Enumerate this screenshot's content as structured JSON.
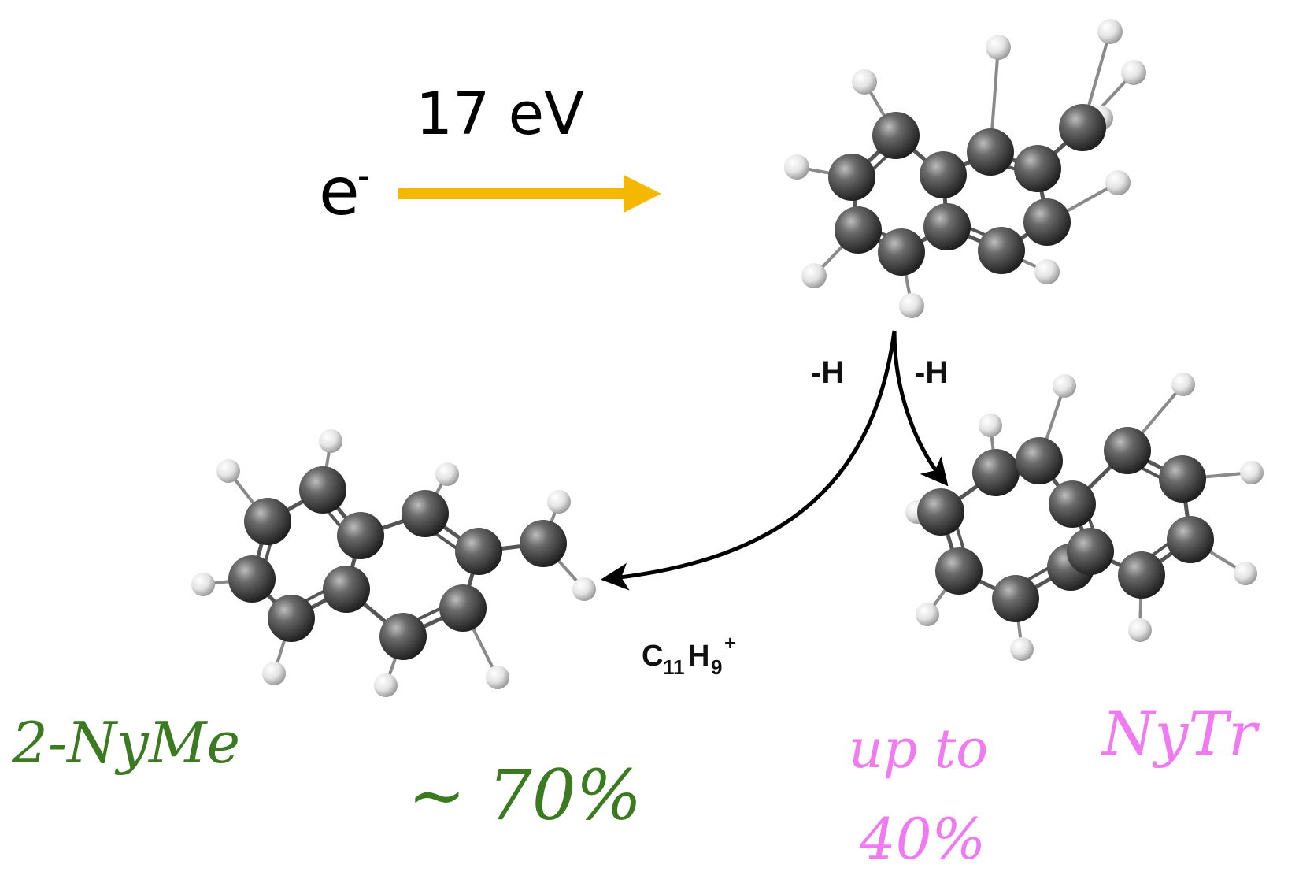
{
  "electron": {
    "symbol": "e",
    "charge": "-"
  },
  "energy_label": "17 eV",
  "loss_left": "-H",
  "loss_right": "-H",
  "formula": {
    "base_c": "C",
    "sub_c": "11",
    "base_h": "H",
    "sub_h": "9",
    "charge": "+"
  },
  "left_product": {
    "name": "2-NyMe",
    "yield": "~ 70%"
  },
  "right_product": {
    "name": "NyTr",
    "yield_line1": "up to",
    "yield_line2": "40%"
  },
  "colors": {
    "electron_arrow": "#F5B800",
    "left_label": "#3C7A22",
    "right_label": "#F07AF0",
    "reaction_arrow": "#000000",
    "carbon": "#3a3a3a",
    "hydrogen": "#e6e6e6"
  }
}
